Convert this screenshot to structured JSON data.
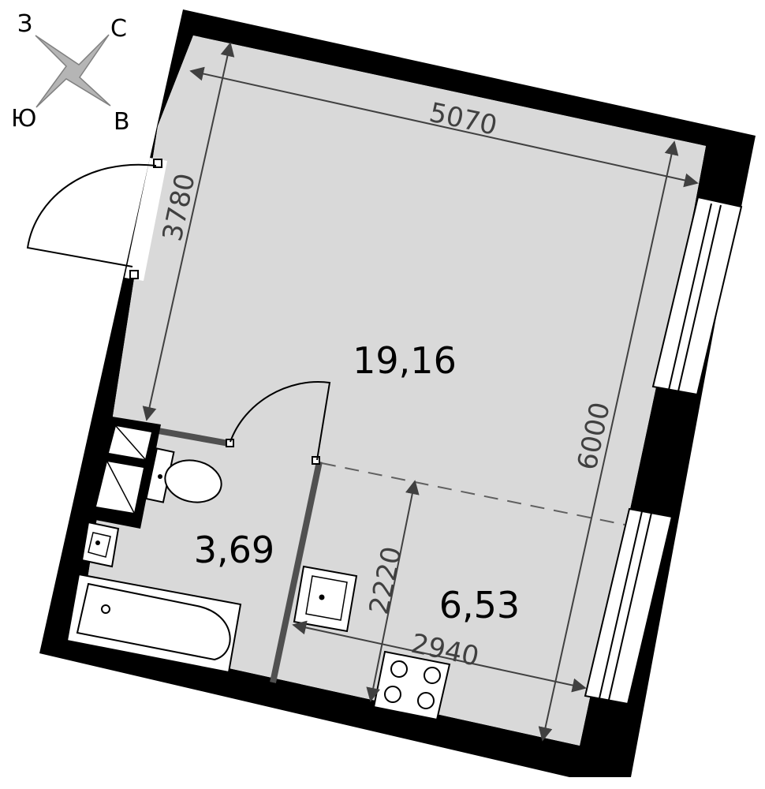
{
  "compass": {
    "north": "С",
    "east": "В",
    "south": "Ю",
    "west": "З"
  },
  "rooms": {
    "living": {
      "area": "19,16"
    },
    "bathroom": {
      "area": "3,69"
    },
    "kitchen": {
      "area": "6,53"
    }
  },
  "dimensions": {
    "width_top": "5070",
    "height_left": "3780",
    "height_right": "6000",
    "kitchen_width": "2940",
    "kitchen_depth": "2220"
  },
  "colors": {
    "floor": "#d9d9d9",
    "wall": "#000000",
    "dimension": "#404040"
  }
}
